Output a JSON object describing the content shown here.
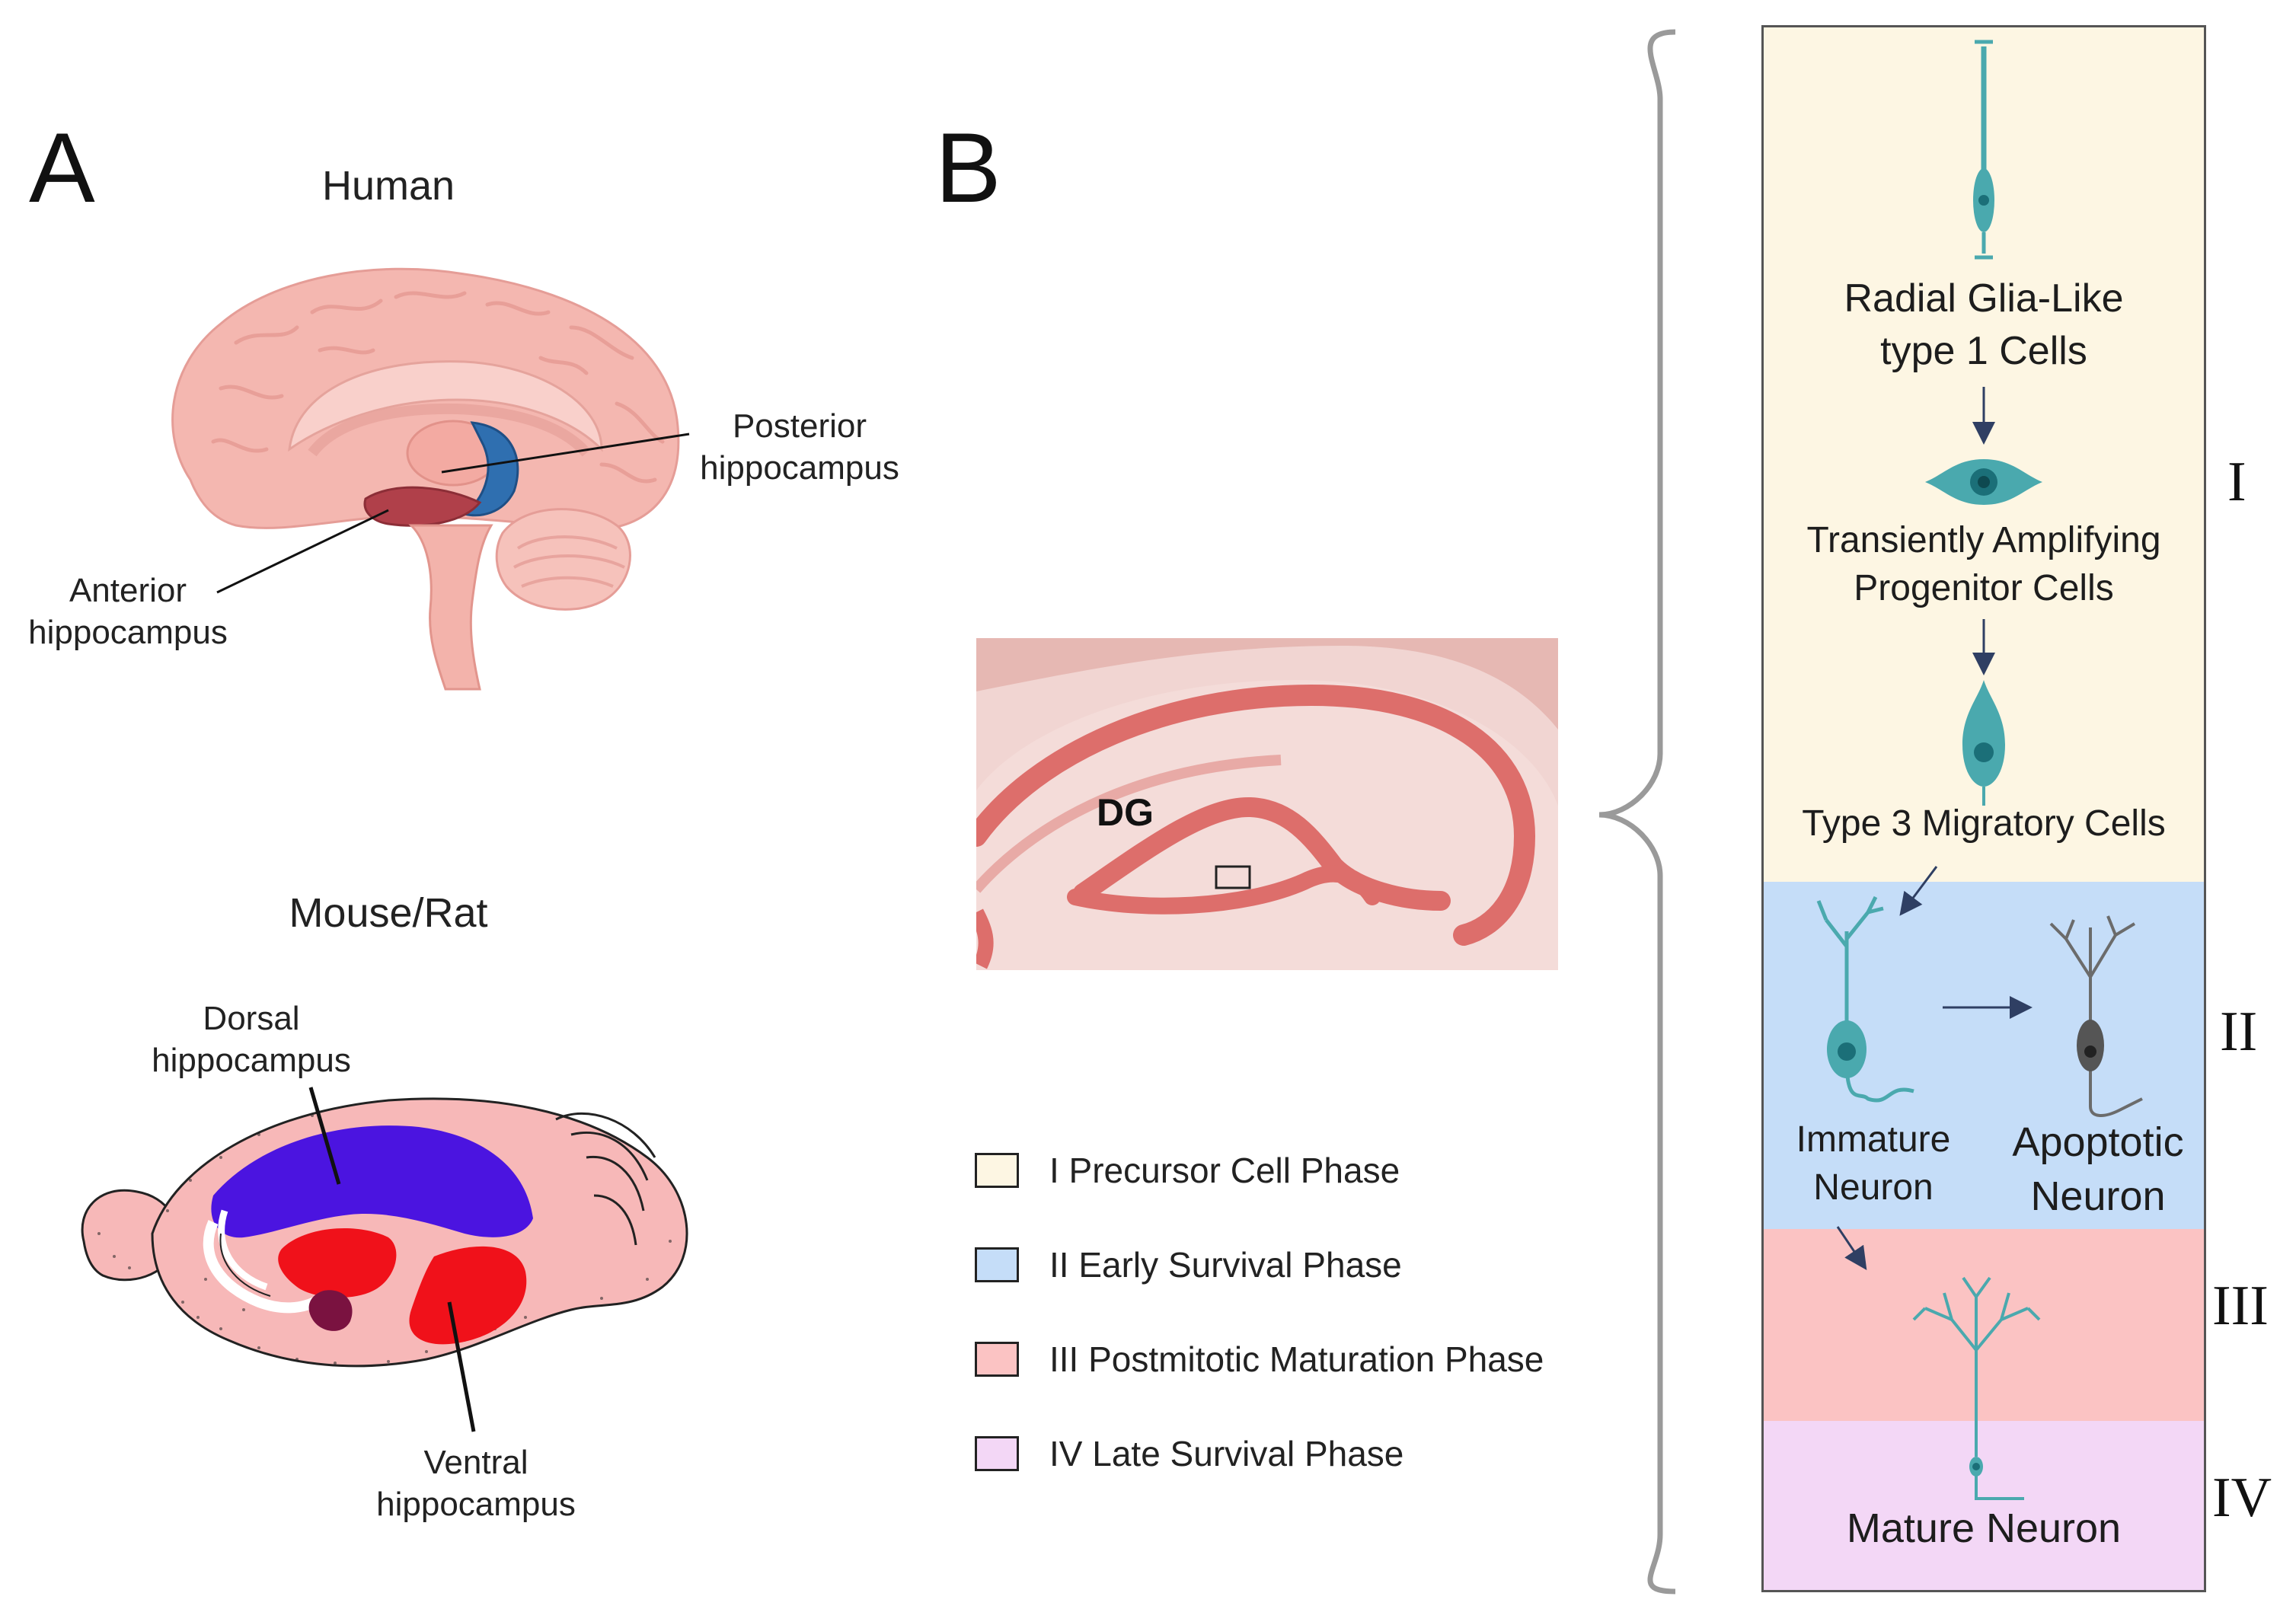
{
  "panel_a": {
    "letter": "A",
    "human": {
      "title": "Human",
      "posterior_label": "Posterior\nhippocampus",
      "anterior_label": "Anterior\nhippocampus"
    },
    "rodent": {
      "title": "Mouse/Rat",
      "dorsal_label": "Dorsal\nhippocampus",
      "ventral_label": "Ventral\nhippocampus"
    }
  },
  "panel_b": {
    "letter": "B",
    "dg_label": "DG",
    "legend": [
      {
        "label": "I Precursor Cell Phase",
        "color": "#fdf6e3"
      },
      {
        "label": "II Early Survival Phase",
        "color": "#c5ddf8"
      },
      {
        "label": "III Postmitotic Maturation Phase",
        "color": "#fbc3c3"
      },
      {
        "label": "IV Late Survival Phase",
        "color": "#f3d7f6"
      }
    ],
    "phases": {
      "roman_1": "I",
      "roman_2": "II",
      "roman_3": "III",
      "roman_4": "IV"
    },
    "cells": {
      "radial_glia": "Radial Glia-Like\ntype 1 Cells",
      "tap_cells": "Transiently Amplifying\nProgenitor Cells",
      "type3": "Type 3 Migratory Cells",
      "immature": "Immature\nNeuron",
      "apoptotic": "Apoptotic\nNeuron",
      "mature": "Mature Neuron"
    }
  },
  "colors": {
    "cell_teal": "#4aa9ae",
    "nucleus": "#1b6f78",
    "arrow": "#2f3f63",
    "brain_pink": "#f4b7b0",
    "posterior_blue": "#2f6fb0",
    "anterior_red": "#b0404a",
    "rodent_pink": "#f7b8b8",
    "dorsal_purple": "#4b14e0",
    "ventral_red": "#f0111a"
  }
}
